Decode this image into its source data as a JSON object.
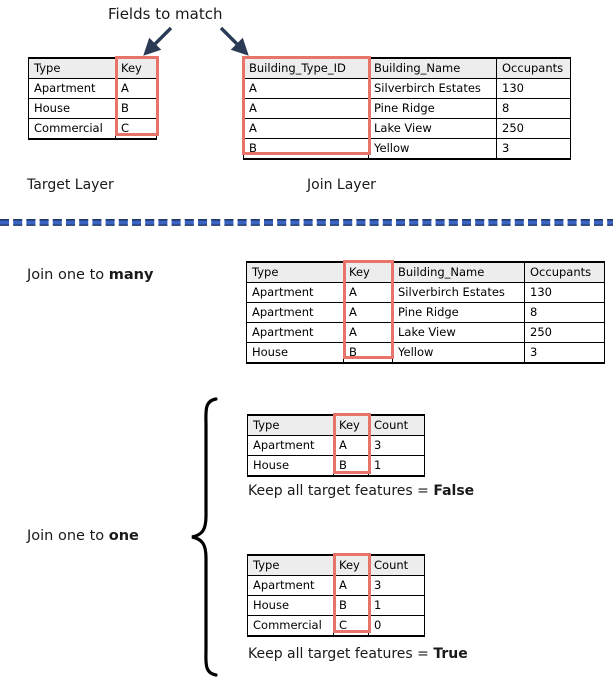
{
  "title_annotation": "Fields to match",
  "colors": {
    "key_highlight": "#e8736b",
    "arrow": "#2b3a55",
    "divider_blue": "#3b63c4",
    "divider_navy": "#1f3864",
    "header_fill": "#ededed",
    "table_border": "#000000"
  },
  "icons": {
    "arrow_left": "arrow-down-left-icon",
    "arrow_right": "arrow-down-right-icon",
    "brace": "curly-brace-icon",
    "divider": "dashed-divider-icon"
  },
  "target_layer": {
    "caption": "Target Layer",
    "columns": [
      "Type",
      "Key"
    ],
    "highlight_column": "Key",
    "rows": [
      [
        "Apartment",
        "A"
      ],
      [
        "House",
        "B"
      ],
      [
        "Commercial",
        "C"
      ]
    ]
  },
  "join_layer": {
    "caption": "Join Layer",
    "columns": [
      "Building_Type_ID",
      "Building_Name",
      "Occupants"
    ],
    "highlight_column": "Building_Type_ID",
    "rows": [
      [
        "A",
        "Silverbirch Estates",
        "130"
      ],
      [
        "A",
        "Pine Ridge",
        "8"
      ],
      [
        "A",
        "Lake View",
        "250"
      ],
      [
        "B",
        "Yellow",
        "3"
      ]
    ]
  },
  "one_to_many": {
    "label_prefix": "Join one to ",
    "label_emphasis": "many",
    "columns": [
      "Type",
      "Key",
      "Building_Name",
      "Occupants"
    ],
    "highlight_column": "Key",
    "rows": [
      [
        "Apartment",
        "A",
        "Silverbirch Estates",
        "130"
      ],
      [
        "Apartment",
        "A",
        "Pine Ridge",
        "8"
      ],
      [
        "Apartment",
        "A",
        "Lake View",
        "250"
      ],
      [
        "House",
        "B",
        "Yellow",
        "3"
      ]
    ]
  },
  "one_to_one": {
    "label_prefix": "Join one to ",
    "label_emphasis": "one",
    "cases": [
      {
        "columns": [
          "Type",
          "Key",
          "Count"
        ],
        "highlight_column": "Key",
        "rows": [
          [
            "Apartment",
            "A",
            "3"
          ],
          [
            "House",
            "B",
            "1"
          ]
        ],
        "caption_prefix": "Keep all target features = ",
        "caption_value": "False"
      },
      {
        "columns": [
          "Type",
          "Key",
          "Count"
        ],
        "highlight_column": "Key",
        "rows": [
          [
            "Apartment",
            "A",
            "3"
          ],
          [
            "House",
            "B",
            "1"
          ],
          [
            "Commercial",
            "C",
            "0"
          ]
        ],
        "caption_prefix": "Keep all target features = ",
        "caption_value": "True"
      }
    ]
  }
}
